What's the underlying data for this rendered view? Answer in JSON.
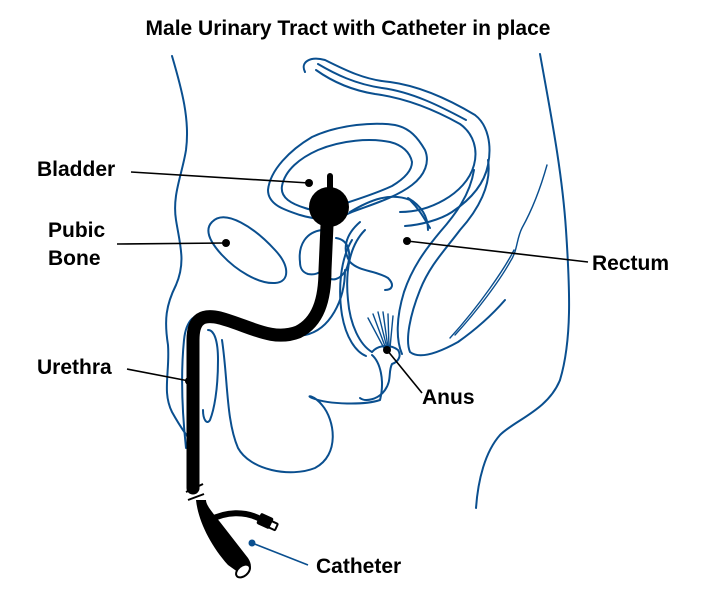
{
  "title": "Male Urinary Tract with Catheter in place",
  "labels": {
    "bladder": "Bladder",
    "pubic_bone_line1": "Pubic",
    "pubic_bone_line2": "Bone",
    "urethra": "Urethra",
    "rectum": "Rectum",
    "anus": "Anus",
    "catheter": "Catheter"
  },
  "colors": {
    "anatomy_outline": "#0a4f8f",
    "catheter": "#000000",
    "leader_line": "#000000",
    "catheter_leader": "#0a4f8f",
    "background": "#ffffff"
  }
}
